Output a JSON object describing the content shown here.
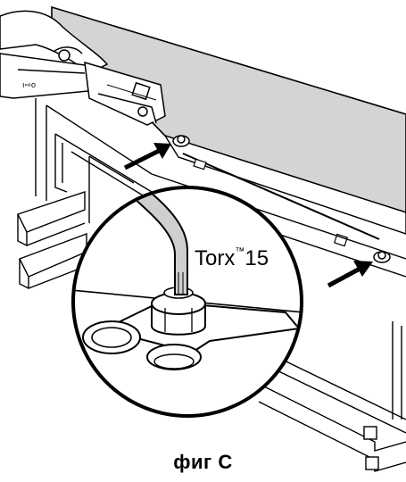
{
  "figure": {
    "caption": "фиг C",
    "magnifier": {
      "tool_name": "Torx",
      "trademark": "™",
      "tool_size": "15"
    },
    "slide_symbol": "ı⇨o"
  },
  "colors": {
    "panel_gray": "#d4d4d4",
    "line": "#000000",
    "background": "#ffffff",
    "tool_gray": "#cfcfcf"
  }
}
